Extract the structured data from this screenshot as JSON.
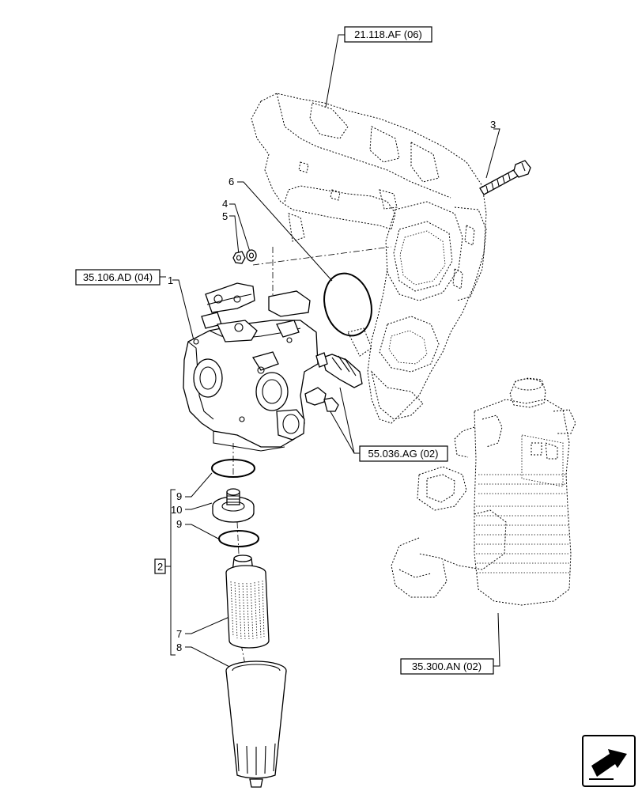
{
  "references": {
    "transmission_housing": "21.118.AF (06)",
    "pump": "35.106.AD (04)",
    "sensor": "55.036.AG (02)",
    "filter_housing": "35.300.AN (02)"
  },
  "callouts": {
    "c1": "1",
    "c2": "2",
    "c3": "3",
    "c4": "4",
    "c5": "5",
    "c6": "6",
    "c7": "7",
    "c8": "8",
    "c9a": "9",
    "c9b": "9",
    "c10": "10"
  },
  "icons": {
    "navigation": "next-page-arrow-icon"
  }
}
